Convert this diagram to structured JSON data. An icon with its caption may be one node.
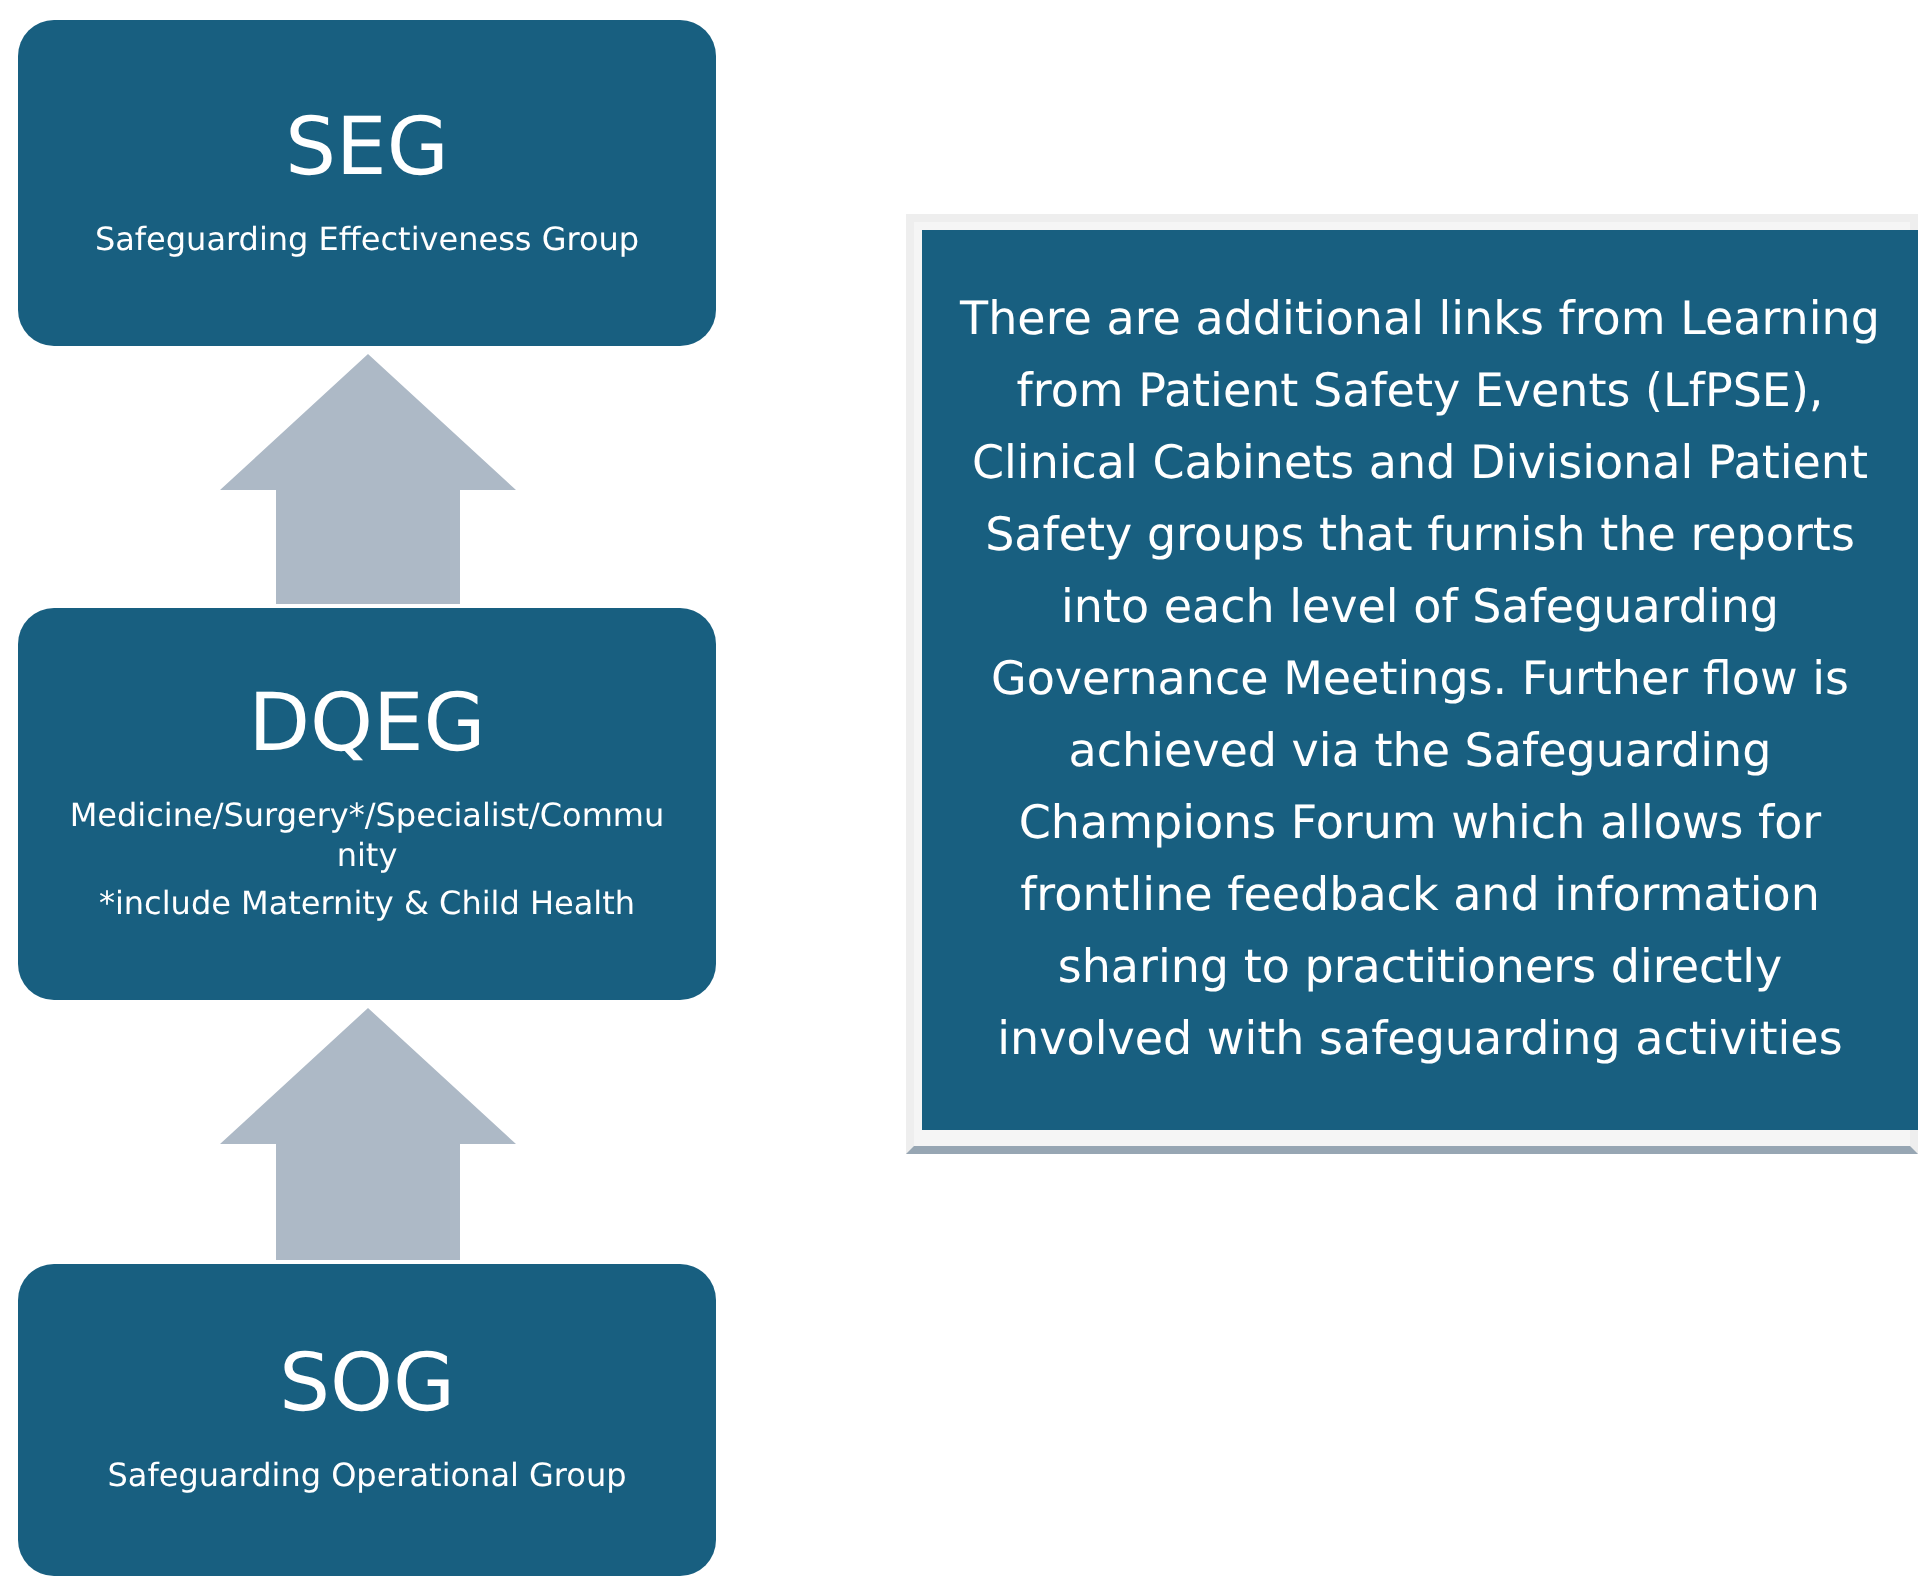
{
  "diagram": {
    "nodes": [
      {
        "text": [
          "SEG",
          "Safeguarding Effectiveness Group"
        ]
      },
      {
        "text": [
          "DQEG",
          "Medicine/Surgery*/Specialist/Community",
          "*include Maternity & Child Health"
        ]
      },
      {
        "text": [
          "SOG",
          "Safeguarding Operational Group"
        ]
      },
      {
        "text": [
          "There are additional links from Learning from Patient Safety Events (LfPSE), Clinical Cabinets and Divisional Patient Safety groups that furnish the reports into each level of Safeguarding Governance Meetings. Further flow is achieved via the Safeguarding Champions Forum which allows for frontline feedback and information sharing to practitioners directly involved with safeguarding activities"
        ]
      }
    ],
    "edges": [
      {
        "from": 2,
        "to": 1,
        "arrow": "to"
      },
      {
        "from": 1,
        "to": 0,
        "arrow": "to"
      }
    ]
  }
}
